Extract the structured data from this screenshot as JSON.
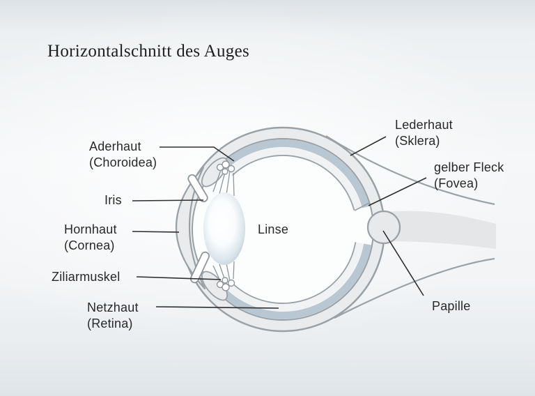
{
  "title": "Horizontalschnitt des Auges",
  "labels": {
    "aderhaut": {
      "line1": "Aderhaut",
      "line2": "(Choroidea)"
    },
    "iris": {
      "line1": "Iris"
    },
    "hornhaut": {
      "line1": "Hornhaut",
      "line2": "(Cornea)"
    },
    "ziliarmuskel": {
      "line1": "Ziliarmuskel"
    },
    "netzhaut": {
      "line1": "Netzhaut",
      "line2": "(Retina)"
    },
    "linse": {
      "line1": "Linse"
    },
    "lederhaut": {
      "line1": "Lederhaut",
      "line2": "(Sklera)"
    },
    "gelber_fleck": {
      "line1": "gelber Fleck",
      "line2": "(Fovea)"
    },
    "papille": {
      "line1": "Papille"
    }
  },
  "colors": {
    "choroid_blue": "#b9c7d3",
    "sclera_fill": "#e9ebec",
    "retina_band": "#f0f2f3",
    "outline_gray": "#9aa1a6",
    "leader_line": "#2e2e2e",
    "nerve_fill": "#e4e6e8",
    "interior_white": "#fcfdfd"
  }
}
